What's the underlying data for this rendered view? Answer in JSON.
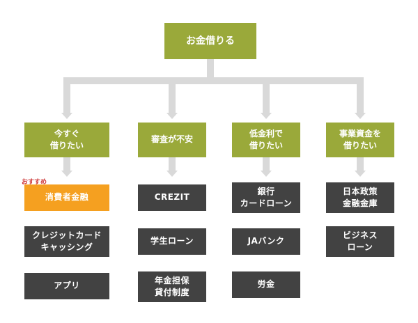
{
  "colors": {
    "green": "#9aa93a",
    "dark": "#424242",
    "orange": "#f5a020",
    "connector": "#d9d9d9",
    "badge": "#cc3333"
  },
  "root": {
    "label": "お金借りる"
  },
  "categories": [
    {
      "label": "今すぐ\n借りたい",
      "badge": "おすすめ",
      "items": [
        {
          "label": "消費者金融",
          "highlight": true
        },
        {
          "label": "クレジットカード\nキャッシング"
        },
        {
          "label": "アプリ"
        }
      ]
    },
    {
      "label": "審査が不安",
      "items": [
        {
          "label": "CREZIT"
        },
        {
          "label": "学生ローン"
        },
        {
          "label": "年金担保\n貸付制度"
        }
      ]
    },
    {
      "label": "低金利で\n借りたい",
      "items": [
        {
          "label": "銀行\nカードローン"
        },
        {
          "label": "JAバンク"
        },
        {
          "label": "労金"
        }
      ]
    },
    {
      "label": "事業資金を\n借りたい",
      "items": [
        {
          "label": "日本政策\n金融金庫"
        },
        {
          "label": "ビジネス\nローン"
        }
      ]
    }
  ]
}
